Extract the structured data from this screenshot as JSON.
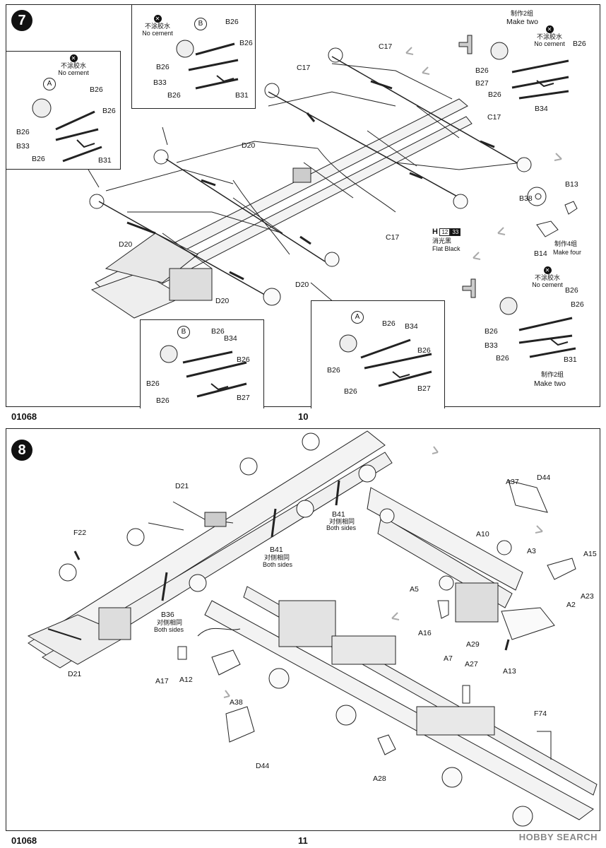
{
  "step7": {
    "badge": "7",
    "footer_code": "01068",
    "footer_page": "10",
    "labels": {
      "C17_top": "C17",
      "C17_left": "C17",
      "C17_right": "C17",
      "C17_bottom": "C17",
      "D20_a": "D20",
      "D20_b": "D20",
      "D20_c": "D20",
      "D20_d": "D20",
      "B13": "B13",
      "B38": "B38",
      "B14": "B14"
    },
    "make_four_cn": "制作4组",
    "make_four_en": "Make four",
    "paint": {
      "code": "H",
      "n1": "12",
      "n2": "33",
      "cn": "消光黑",
      "en": "Flat Black"
    },
    "no_cement_cn": "不涂胶水",
    "no_cement_en": "No cement",
    "callout_a_left": {
      "letter": "A",
      "parts": [
        "B26",
        "B26",
        "B26",
        "B33",
        "B26",
        "B31"
      ]
    },
    "callout_b_top": {
      "letter": "B",
      "parts": [
        "B26",
        "B26",
        "B26",
        "B33",
        "B26",
        "B31"
      ]
    },
    "callout_tr": {
      "make_cn": "制作2组",
      "make_en": "Make two",
      "parts": [
        "B26",
        "B26",
        "B27",
        "B26",
        "B34"
      ]
    },
    "callout_br": {
      "make_cn": "制作2组",
      "make_en": "Make two",
      "parts": [
        "B26",
        "B26",
        "B26",
        "B33",
        "B26",
        "B31"
      ]
    },
    "callout_b_bottom": {
      "letter": "B",
      "parts": [
        "B26",
        "B34",
        "B26",
        "B26",
        "B26",
        "B27"
      ]
    },
    "callout_a_bottom": {
      "letter": "A",
      "parts": [
        "B26",
        "B34",
        "B26",
        "B26",
        "B26",
        "B27"
      ]
    }
  },
  "step8": {
    "badge": "8",
    "footer_code": "01068",
    "footer_page": "11",
    "labels": {
      "D21_top": "D21",
      "F22": "F22",
      "D21_bottom": "D21",
      "B36": "B36",
      "both_cn": "对侧相同",
      "both_en": "Both sides",
      "B41_a": "B41",
      "B41_b": "B41",
      "A17": "A17",
      "A12": "A12",
      "A38": "A38",
      "D44_a": "D44",
      "A28": "A28",
      "A27": "A27",
      "F74": "F74",
      "A37": "A37",
      "D44_b": "D44",
      "A10": "A10",
      "A3": "A3",
      "A15": "A15",
      "A5": "A5",
      "A2": "A2",
      "A23": "A23",
      "A16": "A16",
      "A29": "A29",
      "A7": "A7",
      "A13": "A13"
    }
  },
  "watermark": "HOBBY SEARCH"
}
